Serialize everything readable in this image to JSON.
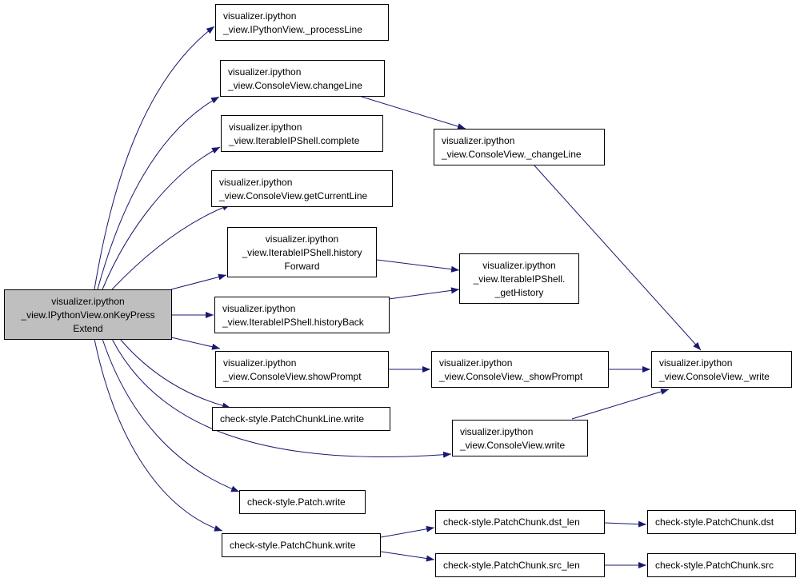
{
  "colors": {
    "edge": "#191970",
    "root_fill": "#bfbfbf",
    "node_fill": "#ffffff",
    "border": "#000000"
  },
  "nodes": {
    "root": {
      "lines": [
        "visualizer.ipython",
        "_view.IPythonView.onKeyPress",
        "Extend"
      ]
    },
    "processLine": {
      "lines": [
        "visualizer.ipython",
        "_view.IPythonView._processLine"
      ]
    },
    "changeLine": {
      "lines": [
        "visualizer.ipython",
        "_view.ConsoleView.changeLine"
      ]
    },
    "complete": {
      "lines": [
        "visualizer.ipython",
        "_view.IterableIPShell.complete"
      ]
    },
    "getCurrentLine": {
      "lines": [
        "visualizer.ipython",
        "_view.ConsoleView.getCurrentLine"
      ]
    },
    "historyForward": {
      "lines": [
        "visualizer.ipython",
        "_view.IterableIPShell.history",
        "Forward"
      ]
    },
    "historyBack": {
      "lines": [
        "visualizer.ipython",
        "_view.IterableIPShell.historyBack"
      ]
    },
    "showPrompt": {
      "lines": [
        "visualizer.ipython",
        "_view.ConsoleView.showPrompt"
      ]
    },
    "patchChunkLineWrite": {
      "lines": [
        "check-style.PatchChunkLine.write"
      ]
    },
    "patchWrite": {
      "lines": [
        "check-style.Patch.write"
      ]
    },
    "patchChunkWrite": {
      "lines": [
        "check-style.PatchChunk.write"
      ]
    },
    "_changeLine": {
      "lines": [
        "visualizer.ipython",
        "_view.ConsoleView._changeLine"
      ]
    },
    "_getHistory": {
      "lines": [
        "visualizer.ipython",
        "_view.IterableIPShell.",
        "_getHistory"
      ]
    },
    "_showPrompt": {
      "lines": [
        "visualizer.ipython",
        "_view.ConsoleView._showPrompt"
      ]
    },
    "consoleWrite": {
      "lines": [
        "visualizer.ipython",
        "_view.ConsoleView.write"
      ]
    },
    "_write": {
      "lines": [
        "visualizer.ipython",
        "_view.ConsoleView._write"
      ]
    },
    "dstLen": {
      "lines": [
        "check-style.PatchChunk.dst_len"
      ]
    },
    "srcLen": {
      "lines": [
        "check-style.PatchChunk.src_len"
      ]
    },
    "dst": {
      "lines": [
        "check-style.PatchChunk.dst"
      ]
    },
    "src": {
      "lines": [
        "check-style.PatchChunk.src"
      ]
    }
  }
}
